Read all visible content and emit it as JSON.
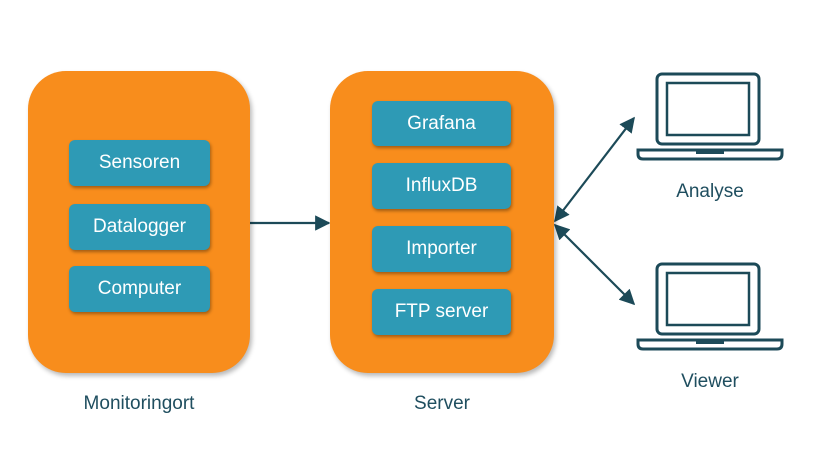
{
  "groups": {
    "monitoringort": {
      "label": "Monitoringort",
      "nodes": [
        "Sensoren",
        "Datalogger",
        "Computer"
      ]
    },
    "server": {
      "label": "Server",
      "nodes": [
        "Grafana",
        "InfluxDB",
        "Importer",
        "FTP server"
      ]
    }
  },
  "clients": [
    {
      "label": "Analyse",
      "icon": "laptop-icon"
    },
    {
      "label": "Viewer",
      "icon": "laptop-icon"
    }
  ],
  "colors": {
    "panel": "#f88d1c",
    "node": "#2e9ab5",
    "text": "#1f4e5f",
    "arrow": "#1c4a58"
  }
}
